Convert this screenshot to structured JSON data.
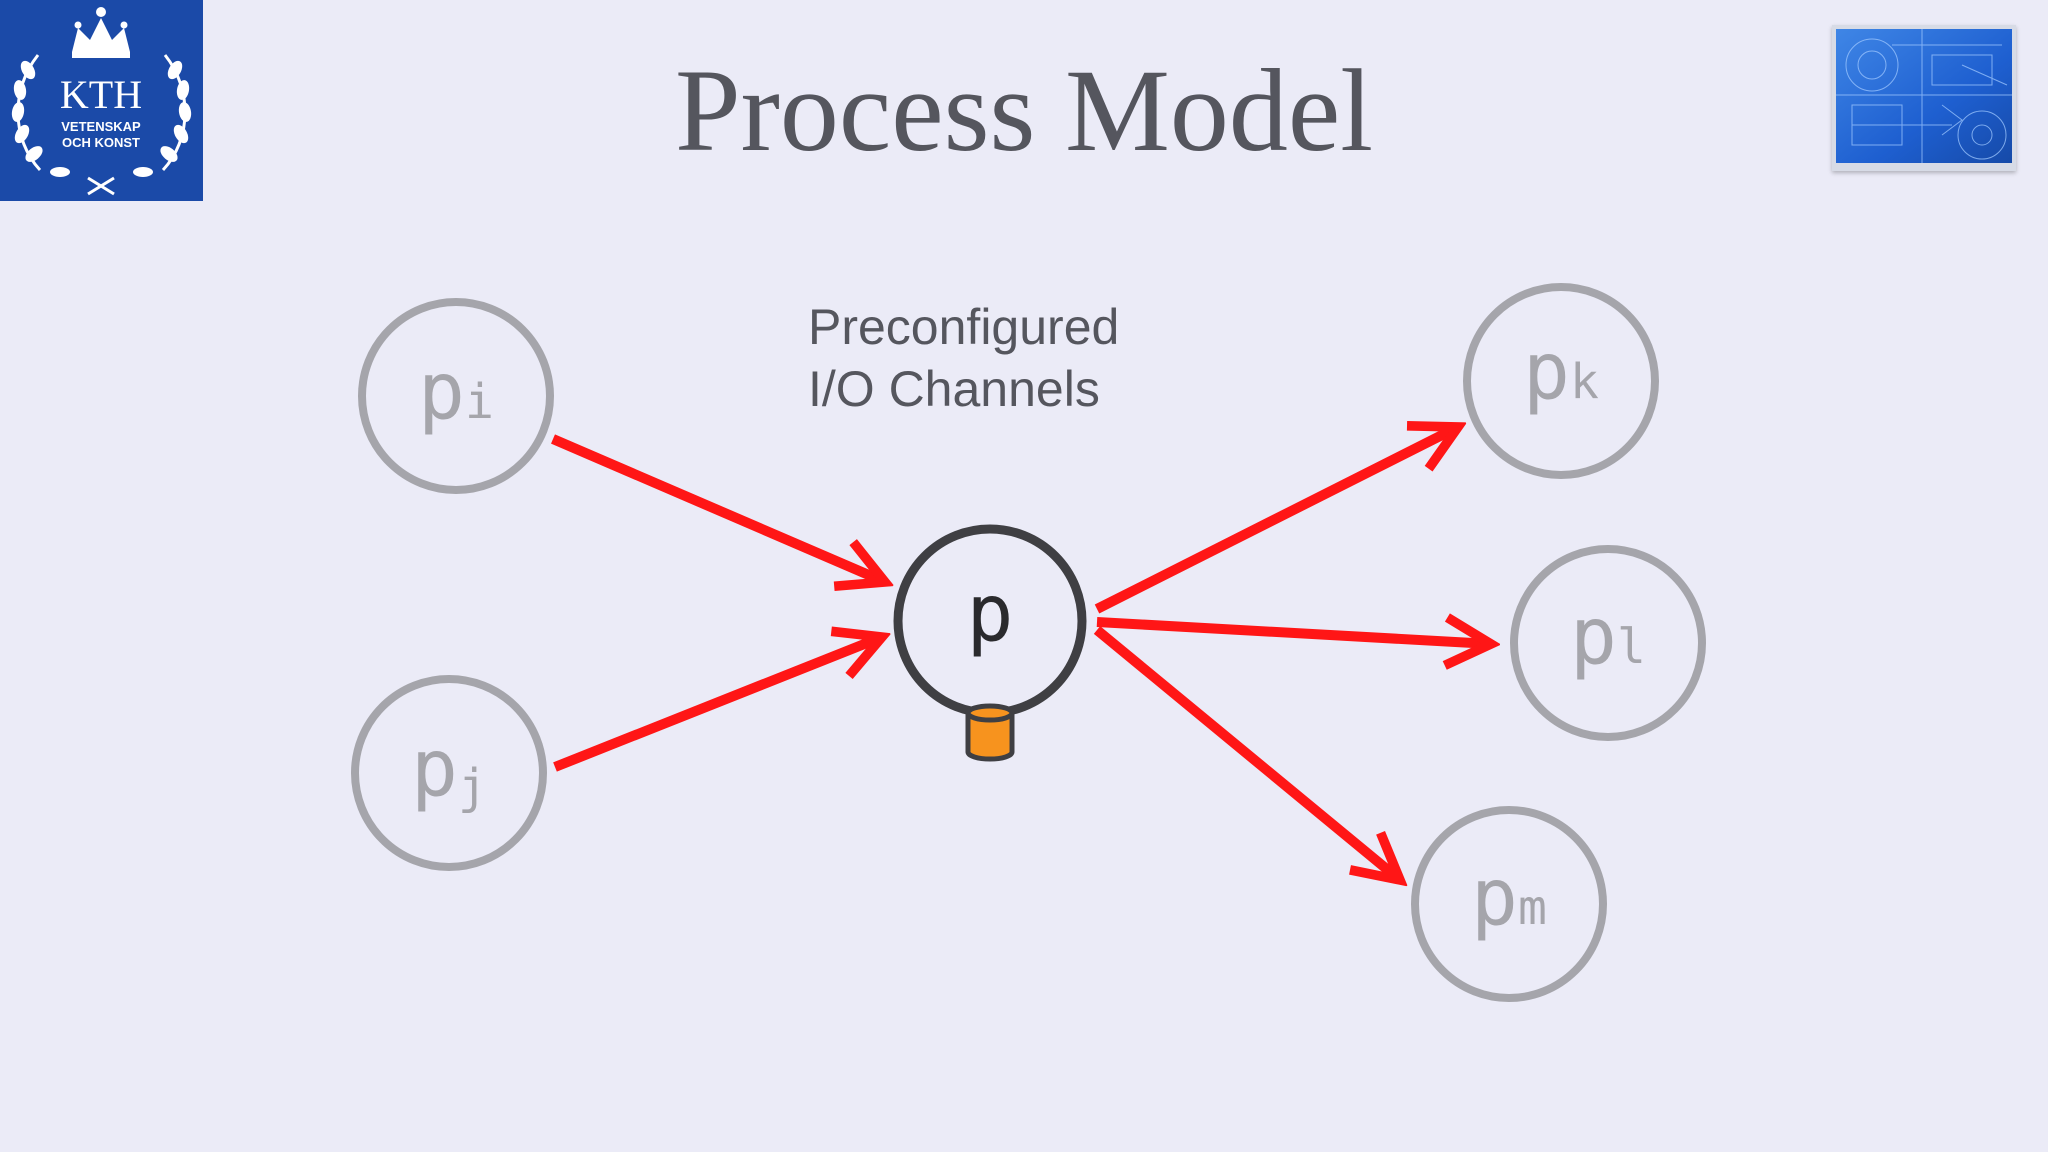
{
  "slide": {
    "title": "Process Model",
    "label_line1": "Preconfigured",
    "label_line2": "I/O Channels"
  },
  "logo": {
    "name": "KTH",
    "line1": "VETENSKAP",
    "line2": "OCH KONST"
  },
  "nodes": {
    "center": {
      "base": "p",
      "sub": ""
    },
    "pi": {
      "base": "p",
      "sub": "i"
    },
    "pj": {
      "base": "p",
      "sub": "j"
    },
    "pk": {
      "base": "p",
      "sub": "k"
    },
    "pl": {
      "base": "p",
      "sub": "l"
    },
    "pm": {
      "base": "p",
      "sub": "m"
    }
  },
  "colors": {
    "background": "#ebebf7",
    "arrow": "#ff1616",
    "node_grey": "#a5a5ab",
    "center_node": "#3f3f43",
    "channel": "#f7931e",
    "logo_blue": "#1b4aa8"
  }
}
